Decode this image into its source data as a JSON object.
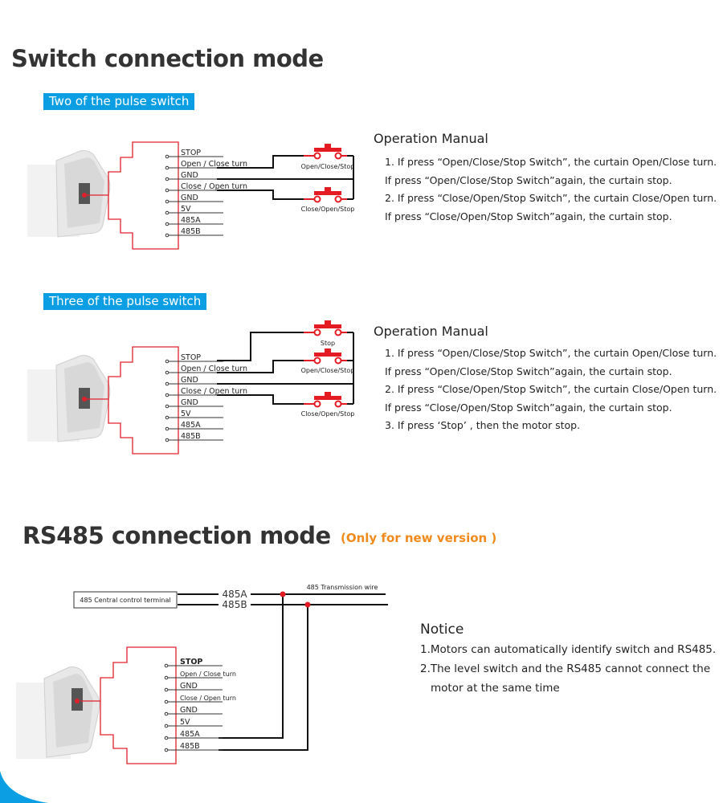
{
  "colors": {
    "accent_blue": "#0b9ee3",
    "wire_red": "#e0202a",
    "switch_red": "#e41b23",
    "wire_black": "#111111",
    "subtitle_orange": "#f08a1c",
    "heading": "#333333"
  },
  "switch_section": {
    "title": "Switch connection mode",
    "two_pulse": {
      "badge": "Two of the pulse switch",
      "terminals": [
        "STOP",
        "Open / Close turn",
        "GND",
        "Close / Open turn",
        "GND",
        "5V",
        "485A",
        "485B"
      ],
      "switches": [
        "Open/Close/Stop",
        "Close/Open/Stop"
      ],
      "manual": {
        "title": "Operation Manual",
        "lines": [
          "1. If  press “Open/Close/Stop Switch”, the curtain Open/Close turn.",
          "If  press “Open/Close/Stop Switch”again, the curtain stop.",
          "2. If  press “Close/Open/Stop Switch”, the curtain Close/Open turn.",
          "If  press “Close/Open/Stop Switch”again, the curtain stop."
        ]
      }
    },
    "three_pulse": {
      "badge": "Three of the pulse switch",
      "terminals": [
        "STOP",
        "Open / Close turn",
        "GND",
        "Close / Open turn",
        "GND",
        "5V",
        "485A",
        "485B"
      ],
      "switches": [
        "Stop",
        "Open/Close/Stop",
        "Close/Open/Stop"
      ],
      "manual": {
        "title": "Operation Manual",
        "lines": [
          "1. If  press “Open/Close/Stop Switch”, the curtain Open/Close turn.",
          "If  press “Open/Close/Stop Switch”again, the curtain stop.",
          "2. If  press “Close/Open/Stop Switch”, the curtain Close/Open turn.",
          "If  press “Close/Open/Stop Switch”again, the curtain stop.",
          "3. If press  ‘Stop’ , then the motor stop."
        ]
      }
    }
  },
  "rs485_section": {
    "title": "RS485 connection mode",
    "subtitle": "(Only  for new version )",
    "terminal_box": "485 Central control terminal",
    "line_a": "485A",
    "line_b": "485B",
    "bus_label": "485 Transmission wire",
    "terminals": [
      "STOP",
      "Open / Close turn",
      "GND",
      "Close / Open turn",
      "GND",
      "5V",
      "485A",
      "485B"
    ],
    "notice": {
      "title": "Notice",
      "lines": [
        "1.Motors can automatically identify switch and RS485.",
        "2.The level switch and the RS485 cannot connect the",
        "motor at the same time"
      ]
    }
  }
}
